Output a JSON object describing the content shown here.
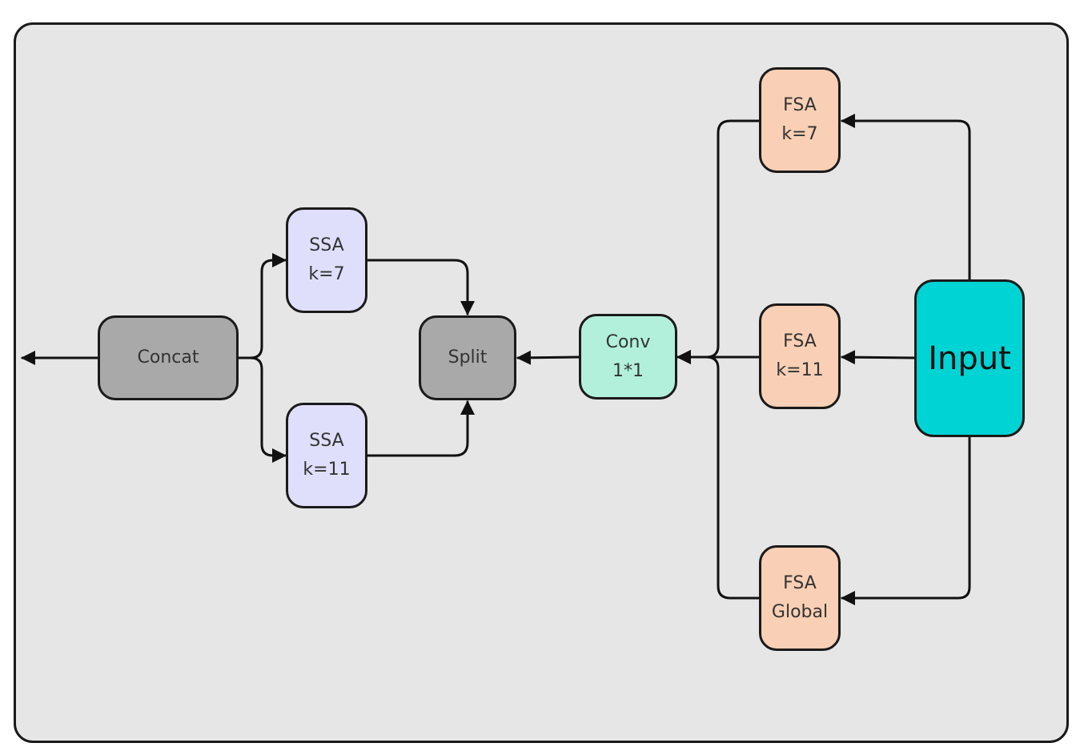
{
  "colors": {
    "background": "#e6e6e6",
    "border": "#1a1a1a",
    "wire": "#111111",
    "fsa_fill": "#f9d0b5",
    "ssa_fill": "#dfdffb",
    "gray_fill": "#a9a9a9",
    "conv_fill": "#b2f0dc",
    "input_fill": "#00d3d3"
  },
  "nodes": {
    "concat": {
      "line1": "Concat"
    },
    "ssa_k7": {
      "line1": "SSA",
      "line2": "k=7"
    },
    "ssa_k11": {
      "line1": "SSA",
      "line2": "k=11"
    },
    "split": {
      "line1": "Split"
    },
    "conv": {
      "line1": "Conv",
      "line2": "1*1"
    },
    "fsa_k7": {
      "line1": "FSA",
      "line2": "k=7"
    },
    "fsa_k11": {
      "line1": "FSA",
      "line2": "k=11"
    },
    "fsa_global": {
      "line1": "FSA",
      "line2": "Global"
    },
    "input": {
      "line1": "Input"
    }
  }
}
